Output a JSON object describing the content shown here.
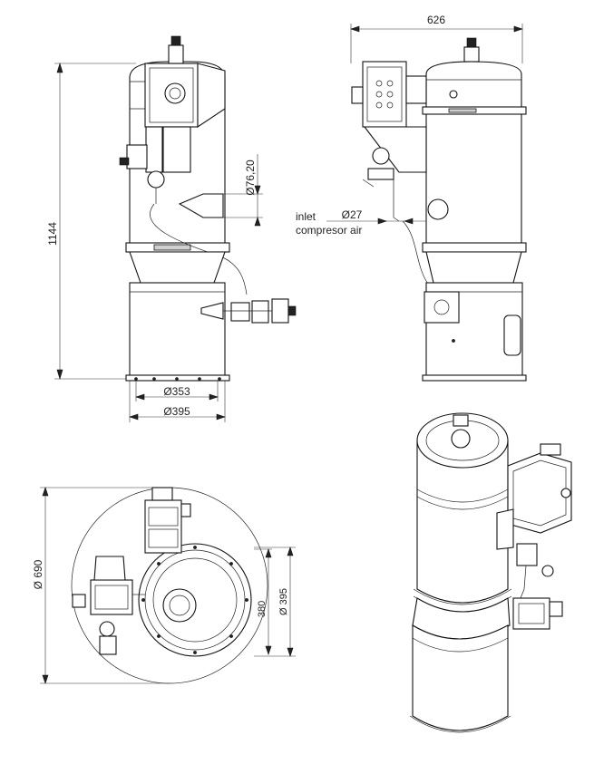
{
  "dimensions": {
    "height_overall": "1144",
    "width_side": "626",
    "outlet_diameter": "Ø76,20",
    "inlet_diameter": "Ø27",
    "base_inner_diameter": "Ø353",
    "base_outer_diameter": "Ø395",
    "footprint_diameter": "Ø 690",
    "top_offset": "380",
    "top_diameter": "Ø 395"
  },
  "labels": {
    "inlet_line1": "inlet",
    "inlet_line2": "compresor air"
  },
  "colors": {
    "line": "#111111",
    "background": "#ffffff"
  }
}
